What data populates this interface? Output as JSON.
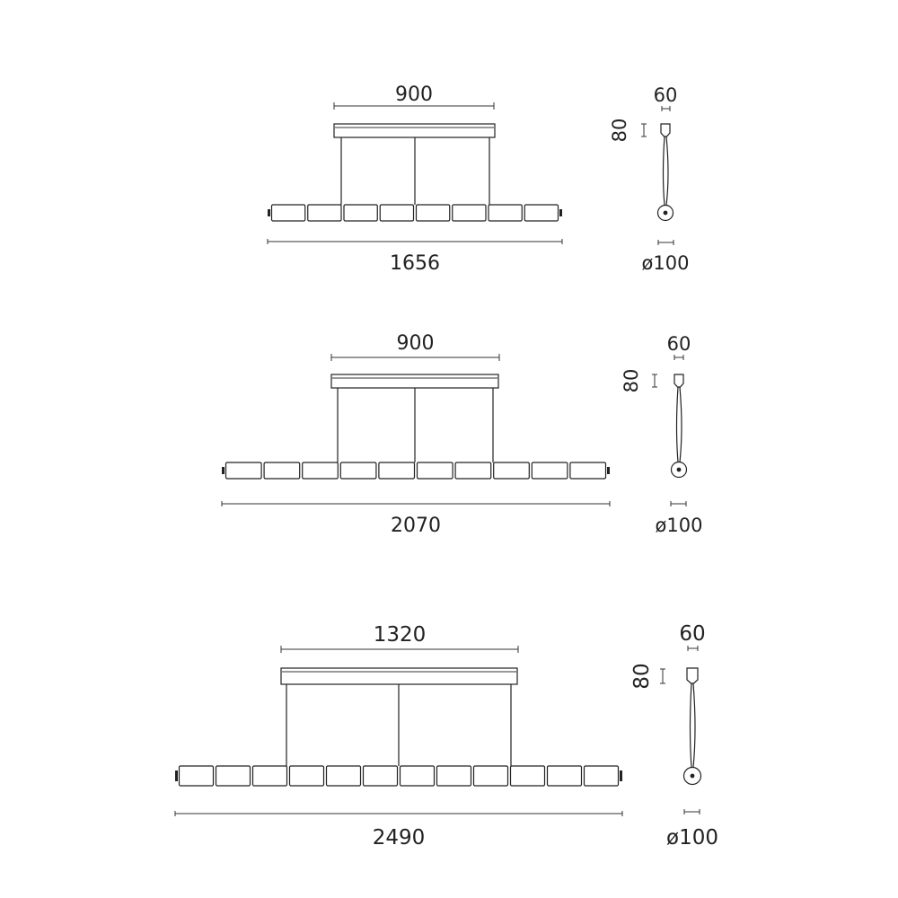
{
  "variants": [
    {
      "id": "small",
      "canopy_length": "900",
      "total_length": "1656",
      "canopy_width": "60",
      "canopy_height": "80",
      "diameter": "ø100",
      "segment_count": 8
    },
    {
      "id": "medium",
      "canopy_length": "900",
      "total_length": "2070",
      "canopy_width": "60",
      "canopy_height": "80",
      "diameter": "ø100",
      "segment_count": 10
    },
    {
      "id": "large",
      "canopy_length": "1320",
      "total_length": "2490",
      "canopy_width": "60",
      "canopy_height": "80",
      "diameter": "ø100",
      "segment_count": 12
    }
  ],
  "colors": {
    "line": "#222222",
    "background": "#ffffff"
  }
}
